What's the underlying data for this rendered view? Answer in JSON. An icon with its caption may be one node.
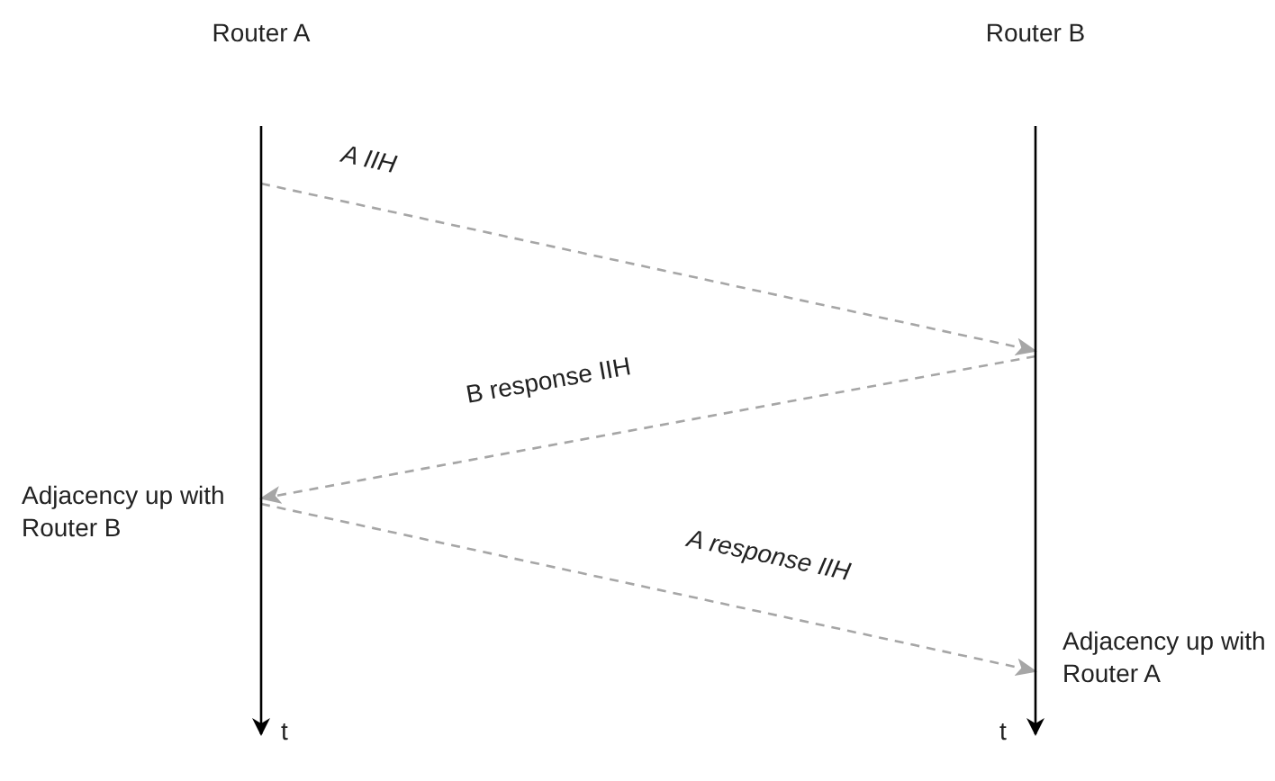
{
  "diagram": {
    "nodes": [
      {
        "text": [
          "Router A"
        ]
      },
      {
        "text": [
          "Router B"
        ]
      }
    ],
    "edges": [
      {
        "from": 0,
        "to": 1,
        "arrow": "to",
        "label": "A IIH",
        "style": "dashed"
      },
      {
        "from": 1,
        "to": 0,
        "arrow": "to",
        "label": "B response IIH",
        "style": "dashed"
      },
      {
        "from": 0,
        "to": 1,
        "arrow": "to",
        "label": "A response IIH",
        "style": "dashed"
      }
    ],
    "labels": [
      "Adjacency up with Router B",
      "Adjacency up with Router A",
      "t",
      "t"
    ]
  }
}
